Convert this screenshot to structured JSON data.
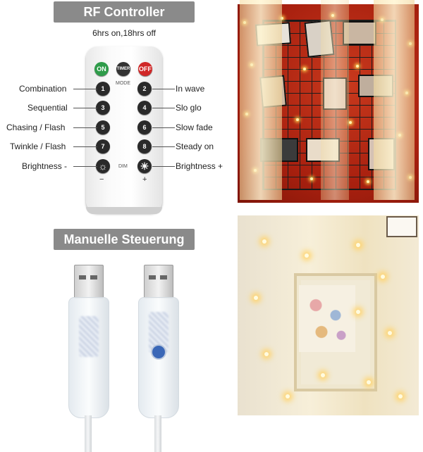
{
  "rf_section": {
    "title": "RF Controller",
    "subtitle": "6hrs on,18hrs off"
  },
  "remote": {
    "buttons": {
      "on": "ON",
      "timer": "TIMER",
      "off": "OFF",
      "mode_label": "MODE",
      "dim_label": "DIM",
      "minus": "−",
      "plus": "+",
      "n1": "1",
      "n2": "2",
      "n3": "3",
      "n4": "4",
      "n5": "5",
      "n6": "6",
      "n7": "7",
      "n8": "8"
    },
    "left_labels": [
      "Combination",
      "Sequential",
      "Chasing / Flash",
      "Twinkle / Flash",
      "Brightness -"
    ],
    "right_labels": [
      "In wave",
      "Slo glo",
      "Slow fade",
      "Steady on",
      "Brightness +"
    ]
  },
  "manual_section": {
    "title": "Manuelle Steuerung"
  },
  "colors": {
    "header_bg": "#8a8a8a",
    "on_button": "#2f9c4a",
    "off_button": "#d02727",
    "usb_button": "#3a67b7"
  }
}
